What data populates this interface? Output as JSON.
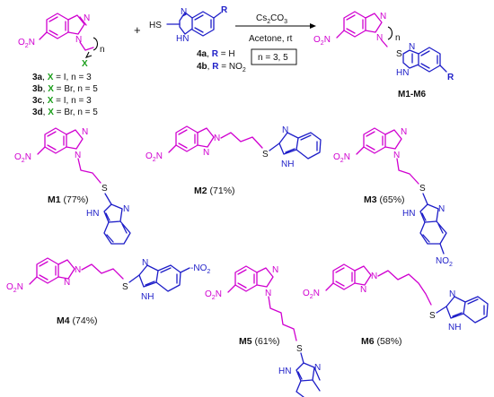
{
  "reagent_top": "Cs",
  "reagent_sub1": "2",
  "reagent_co": "CO",
  "reagent_sub2": "3",
  "solvent": "Acetone, rt",
  "condition_box": "n = 3, 5",
  "plus": "+",
  "atoms": {
    "N": "N",
    "O2N": "O",
    "O2N_sub": "2",
    "N_plus": "N",
    "S": "S",
    "HS": "HS",
    "NH": "H",
    "HN_H": "H",
    "HN_N": "N",
    "NO2": "NO",
    "NO2_sub": "2",
    "X": "X",
    "n": "n",
    "R": "R"
  },
  "reactant_labels": [
    {
      "id": "3a",
      "x": "I",
      "n": "n = 3"
    },
    {
      "id": "3b",
      "x": "Br",
      "n": "n = 5"
    },
    {
      "id": "3c",
      "x": "I",
      "n": "n = 3"
    },
    {
      "id": "3d",
      "x": "Br",
      "n": "n = 5"
    }
  ],
  "thiol_labels": [
    {
      "id": "4a",
      "r": "H"
    },
    {
      "id": "4b",
      "r": "NO",
      "sub": "2"
    }
  ],
  "product_range": "M1-M6",
  "products": [
    {
      "id": "M1",
      "yield": "(77%)"
    },
    {
      "id": "M2",
      "yield": "(71%)"
    },
    {
      "id": "M3",
      "yield": "(65%)"
    },
    {
      "id": "M4",
      "yield": "(74%)"
    },
    {
      "id": "M5",
      "yield": "(61%)"
    },
    {
      "id": "M6",
      "yield": "(58%)"
    }
  ]
}
